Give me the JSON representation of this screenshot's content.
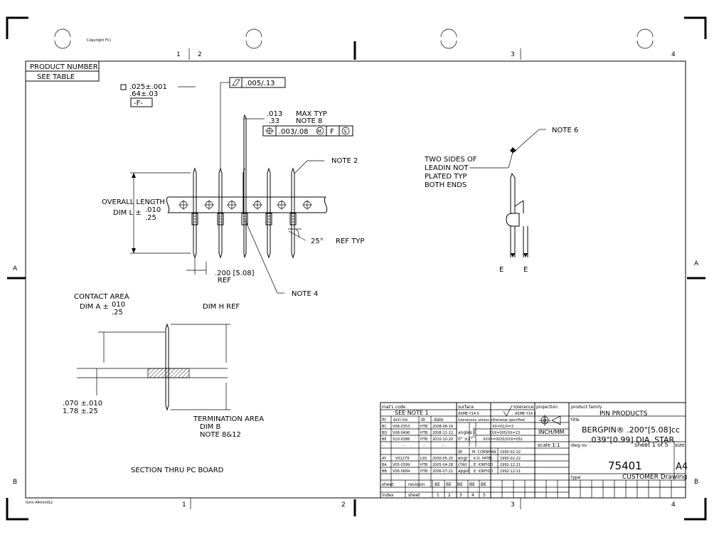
{
  "sheet": {
    "copyright": "Copyright FCI",
    "form": "form A4mmXLc",
    "zones_top": [
      "1",
      "2",
      "3",
      "4"
    ],
    "zones_bottom": [
      "1",
      "2",
      "3",
      "4"
    ],
    "zone_a": "A",
    "zone_b": "B"
  },
  "product_box": {
    "title": "PRODUCT NUMBER",
    "value": "SEE TABLE"
  },
  "dims": {
    "pin_square_in": ".025±.001",
    "pin_square_mm": ".64±.03",
    "datum_f": "-F-",
    "flatness": ".005/.13",
    "max_typ_in": ".013",
    "max_typ_mm": ".33",
    "max_typ_label": "MAX TYP",
    "note8": "NOTE 8",
    "position_tol": ".003/.08",
    "modifier_m": "M",
    "datum_ref": "F",
    "modifier_s": "S",
    "note2": "NOTE 2",
    "overall_length": "OVERALL LENGTH",
    "dim_l": "DIM L ±",
    "tol_plus": ".010",
    "tol_mm": ".25",
    "pitch": ".200 [5.08]",
    "ref": "REF",
    "note4": "NOTE 4",
    "angle": "25°",
    "ref_typ": "REF TYP",
    "note6": "NOTE 6",
    "leadin_1": "TWO SIDES OF",
    "leadin_2": "LEADIN NOT",
    "leadin_3": "PLATED TYP",
    "leadin_4": "BOTH ENDS",
    "e_label": "E",
    "contact_area": "CONTACT AREA",
    "dim_a": "DIM A ±",
    "dim_a_tol": "010",
    "dim_h_ref": "DIM H REF",
    "board_in": ".070 ±.010",
    "board_mm": "1.78 ±.25",
    "termination_area": "TERMINATION AREA",
    "dim_b": "DIM B",
    "note812": "NOTE 8&12",
    "section": "SECTION THRU PC BOARD"
  },
  "title_block": {
    "matl_code": "mat'L code",
    "see_note": "SEE  NOTE  1",
    "surface": "surface",
    "asme1": "ASME Y14.5",
    "tolerance": "tolerance",
    "asme2": "ASME Y14.5",
    "projection": "projection",
    "product_family_label": "product family",
    "product_family": "PIN  PRODUCTS",
    "hdr_ltr": "ltr",
    "hdr_ecn": "ecn no",
    "hdr_dr": "dr",
    "hdr_date": "date",
    "tol_note": "tolerances unless otherwise specified",
    "title_label": "title",
    "angles": "angles",
    "linear": "linear",
    "tol_x": "XX=01/X=3",
    "tol_xx": "XXX=005/XX=13",
    "tol_xxx": "XXXX=0020/XXX=051",
    "angle_tol": "0°  ±2°",
    "units": "INCH/MM",
    "scale": "scale   1:1",
    "title_1": "BERGPIN® .200\"[5.08]cc",
    "title_2": ".039\"[0.99]  DIA.  STAR",
    "rows": [
      {
        "ltr": "BC",
        "ecn": "V08-0353",
        "dr": "HTB",
        "date": "2008-08-14"
      },
      {
        "ltr": "BD",
        "ecn": "V08-0496",
        "dr": "HTB",
        "date": "2008-11-12"
      },
      {
        "ltr": "BE",
        "ecn": "V10-0386",
        "dr": "HTB",
        "date": "2010-10-20"
      },
      {
        "ltr": "–",
        "ecn": "–",
        "dr": "–",
        "date": "–"
      },
      {
        "ltr": "AY",
        "ecn": "V01279",
        "dr": "LSS",
        "date": "2000-05-25"
      },
      {
        "ltr": "BA",
        "ecn": "V05-0399",
        "dr": "HTB",
        "date": "2005-04-28"
      },
      {
        "ltr": "BB",
        "ecn": "V06-0684",
        "dr": "HTB",
        "date": "2006-07-21"
      }
    ],
    "signoffs": [
      {
        "role": "dr",
        "name": "M.  CORNMAN",
        "date": "1990-02-22"
      },
      {
        "role": "engr",
        "name": "K.D.  PATEL",
        "date": "1990-02-22"
      },
      {
        "role": "chkr",
        "name": "E.  IORFIDO",
        "date": "1992-12-21"
      },
      {
        "role": "appd",
        "name": "E.  IORFIDO",
        "date": "1992-12-21"
      }
    ],
    "dwg_no_label": "dwg no",
    "sheet_of": "sheet   1  of  5",
    "size_label": "size",
    "dwg_no": "75401",
    "size": "A4",
    "type_label": "type",
    "type": "CUSTOMER  Drawing",
    "sheet_label": "sheet",
    "revision_label": "revision",
    "index_label": "index",
    "sheet2_label": "sheet",
    "rev_letters": [
      "BE",
      "BE",
      "BE",
      "BE",
      "BE"
    ],
    "sheet_nums": [
      "1",
      "2",
      "3",
      "4",
      "5"
    ]
  }
}
